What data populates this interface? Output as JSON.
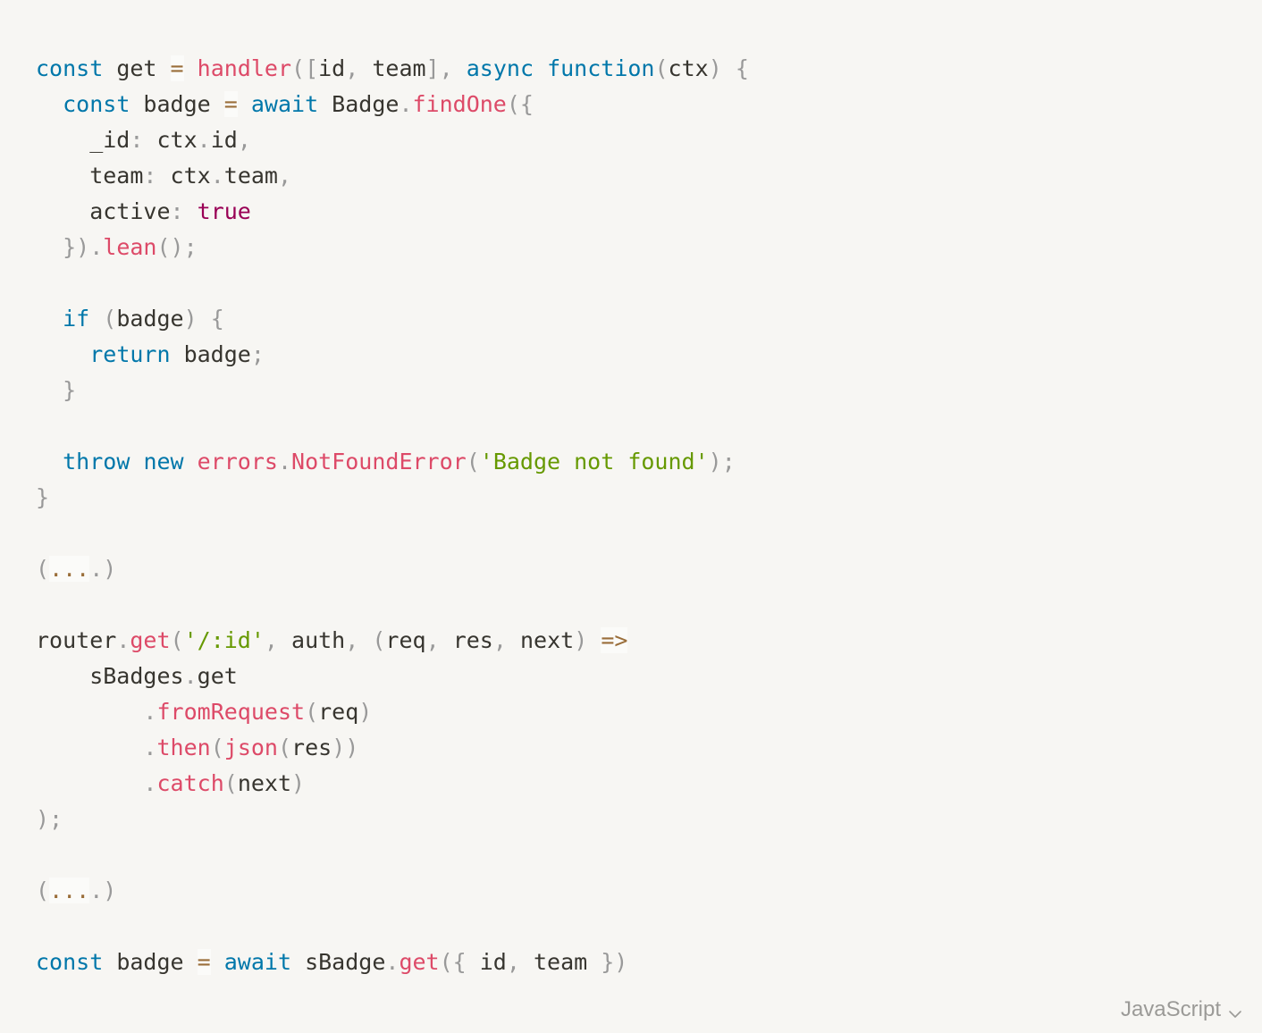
{
  "code_block": {
    "language": "JavaScript",
    "lines": [
      [
        {
          "t": "keyword",
          "v": "const"
        },
        {
          "t": "plain",
          "v": " get "
        },
        {
          "t": "operator",
          "v": "="
        },
        {
          "t": "plain",
          "v": " "
        },
        {
          "t": "function",
          "v": "handler"
        },
        {
          "t": "punct",
          "v": "(["
        },
        {
          "t": "plain",
          "v": "id"
        },
        {
          "t": "punct",
          "v": ","
        },
        {
          "t": "plain",
          "v": " team"
        },
        {
          "t": "punct",
          "v": "],"
        },
        {
          "t": "plain",
          "v": " "
        },
        {
          "t": "keyword",
          "v": "async"
        },
        {
          "t": "plain",
          "v": " "
        },
        {
          "t": "keyword",
          "v": "function"
        },
        {
          "t": "punct",
          "v": "("
        },
        {
          "t": "plain",
          "v": "ctx"
        },
        {
          "t": "punct",
          "v": ")"
        },
        {
          "t": "plain",
          "v": " "
        },
        {
          "t": "punct",
          "v": "{"
        }
      ],
      [
        {
          "t": "plain",
          "v": "  "
        },
        {
          "t": "keyword",
          "v": "const"
        },
        {
          "t": "plain",
          "v": " badge "
        },
        {
          "t": "operator",
          "v": "="
        },
        {
          "t": "plain",
          "v": " "
        },
        {
          "t": "keyword",
          "v": "await"
        },
        {
          "t": "plain",
          "v": " Badge"
        },
        {
          "t": "punct",
          "v": "."
        },
        {
          "t": "function",
          "v": "findOne"
        },
        {
          "t": "punct",
          "v": "({"
        }
      ],
      [
        {
          "t": "plain",
          "v": "    _id"
        },
        {
          "t": "punct",
          "v": ":"
        },
        {
          "t": "plain",
          "v": " ctx"
        },
        {
          "t": "punct",
          "v": "."
        },
        {
          "t": "plain",
          "v": "id"
        },
        {
          "t": "punct",
          "v": ","
        }
      ],
      [
        {
          "t": "plain",
          "v": "    team"
        },
        {
          "t": "punct",
          "v": ":"
        },
        {
          "t": "plain",
          "v": " ctx"
        },
        {
          "t": "punct",
          "v": "."
        },
        {
          "t": "plain",
          "v": "team"
        },
        {
          "t": "punct",
          "v": ","
        }
      ],
      [
        {
          "t": "plain",
          "v": "    active"
        },
        {
          "t": "punct",
          "v": ":"
        },
        {
          "t": "plain",
          "v": " "
        },
        {
          "t": "boolean",
          "v": "true"
        }
      ],
      [
        {
          "t": "plain",
          "v": "  "
        },
        {
          "t": "punct",
          "v": "})."
        },
        {
          "t": "function",
          "v": "lean"
        },
        {
          "t": "punct",
          "v": "();"
        }
      ],
      [],
      [
        {
          "t": "plain",
          "v": "  "
        },
        {
          "t": "keyword",
          "v": "if"
        },
        {
          "t": "plain",
          "v": " "
        },
        {
          "t": "punct",
          "v": "("
        },
        {
          "t": "plain",
          "v": "badge"
        },
        {
          "t": "punct",
          "v": ")"
        },
        {
          "t": "plain",
          "v": " "
        },
        {
          "t": "punct",
          "v": "{"
        }
      ],
      [
        {
          "t": "plain",
          "v": "    "
        },
        {
          "t": "keyword",
          "v": "return"
        },
        {
          "t": "plain",
          "v": " badge"
        },
        {
          "t": "punct",
          "v": ";"
        }
      ],
      [
        {
          "t": "plain",
          "v": "  "
        },
        {
          "t": "punct",
          "v": "}"
        }
      ],
      [],
      [
        {
          "t": "plain",
          "v": "  "
        },
        {
          "t": "keyword",
          "v": "throw"
        },
        {
          "t": "plain",
          "v": " "
        },
        {
          "t": "keyword",
          "v": "new"
        },
        {
          "t": "plain",
          "v": " "
        },
        {
          "t": "function",
          "v": "errors"
        },
        {
          "t": "punct",
          "v": "."
        },
        {
          "t": "function",
          "v": "NotFoundError"
        },
        {
          "t": "punct",
          "v": "("
        },
        {
          "t": "string",
          "v": "'Badge not found'"
        },
        {
          "t": "punct",
          "v": ");"
        }
      ],
      [
        {
          "t": "punct",
          "v": "}"
        }
      ],
      [],
      [
        {
          "t": "punct",
          "v": "("
        },
        {
          "t": "operator",
          "v": "..."
        },
        {
          "t": "punct",
          "v": "."
        },
        {
          "t": "punct",
          "v": ")"
        }
      ],
      [],
      [
        {
          "t": "plain",
          "v": "router"
        },
        {
          "t": "punct",
          "v": "."
        },
        {
          "t": "function",
          "v": "get"
        },
        {
          "t": "punct",
          "v": "("
        },
        {
          "t": "string",
          "v": "'/:id'"
        },
        {
          "t": "punct",
          "v": ","
        },
        {
          "t": "plain",
          "v": " auth"
        },
        {
          "t": "punct",
          "v": ","
        },
        {
          "t": "plain",
          "v": " "
        },
        {
          "t": "punct",
          "v": "("
        },
        {
          "t": "plain",
          "v": "req"
        },
        {
          "t": "punct",
          "v": ","
        },
        {
          "t": "plain",
          "v": " res"
        },
        {
          "t": "punct",
          "v": ","
        },
        {
          "t": "plain",
          "v": " next"
        },
        {
          "t": "punct",
          "v": ")"
        },
        {
          "t": "plain",
          "v": " "
        },
        {
          "t": "operator",
          "v": "=>"
        }
      ],
      [
        {
          "t": "plain",
          "v": "    sBadges"
        },
        {
          "t": "punct",
          "v": "."
        },
        {
          "t": "plain",
          "v": "get"
        }
      ],
      [
        {
          "t": "plain",
          "v": "        "
        },
        {
          "t": "punct",
          "v": "."
        },
        {
          "t": "function",
          "v": "fromRequest"
        },
        {
          "t": "punct",
          "v": "("
        },
        {
          "t": "plain",
          "v": "req"
        },
        {
          "t": "punct",
          "v": ")"
        }
      ],
      [
        {
          "t": "plain",
          "v": "        "
        },
        {
          "t": "punct",
          "v": "."
        },
        {
          "t": "function",
          "v": "then"
        },
        {
          "t": "punct",
          "v": "("
        },
        {
          "t": "function",
          "v": "json"
        },
        {
          "t": "punct",
          "v": "("
        },
        {
          "t": "plain",
          "v": "res"
        },
        {
          "t": "punct",
          "v": "))"
        }
      ],
      [
        {
          "t": "plain",
          "v": "        "
        },
        {
          "t": "punct",
          "v": "."
        },
        {
          "t": "function",
          "v": "catch"
        },
        {
          "t": "punct",
          "v": "("
        },
        {
          "t": "plain",
          "v": "next"
        },
        {
          "t": "punct",
          "v": ")"
        }
      ],
      [
        {
          "t": "punct",
          "v": ");"
        }
      ],
      [],
      [
        {
          "t": "punct",
          "v": "("
        },
        {
          "t": "operator",
          "v": "..."
        },
        {
          "t": "punct",
          "v": "."
        },
        {
          "t": "punct",
          "v": ")"
        }
      ],
      [],
      [
        {
          "t": "keyword",
          "v": "const"
        },
        {
          "t": "plain",
          "v": " badge "
        },
        {
          "t": "operator",
          "v": "="
        },
        {
          "t": "plain",
          "v": " "
        },
        {
          "t": "keyword",
          "v": "await"
        },
        {
          "t": "plain",
          "v": " sBadge"
        },
        {
          "t": "punct",
          "v": "."
        },
        {
          "t": "function",
          "v": "get"
        },
        {
          "t": "punct",
          "v": "({"
        },
        {
          "t": "plain",
          "v": " id"
        },
        {
          "t": "punct",
          "v": ","
        },
        {
          "t": "plain",
          "v": " team "
        },
        {
          "t": "punct",
          "v": "})"
        }
      ]
    ]
  },
  "language_selector": {
    "label": "JavaScript",
    "icon": "chevron-down-icon"
  },
  "colors": {
    "background": "#f7f6f3",
    "keyword": "#0077aa",
    "function": "#dd4a68",
    "string": "#669900",
    "boolean": "#990055",
    "punctuation": "#999999",
    "operator": "#9a6e3a",
    "text": "#37352f",
    "muted": "#9b9a97"
  }
}
